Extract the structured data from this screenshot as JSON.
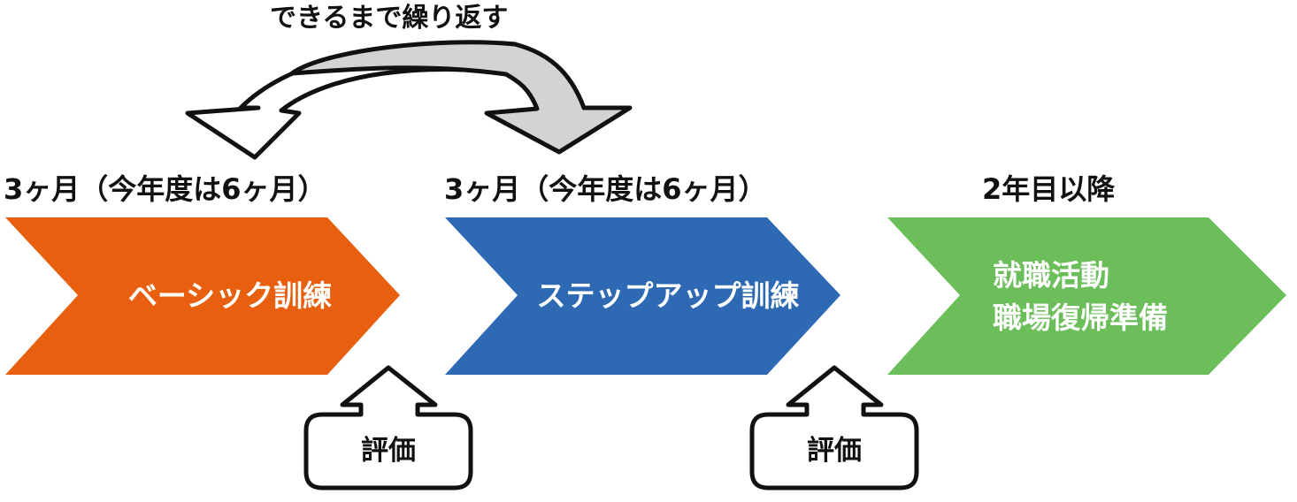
{
  "repeat_label": "できるまで繰り返す",
  "stages": [
    {
      "period": "3ヶ月（今年度は6ヶ月）",
      "lines": [
        "ベーシック訓練"
      ],
      "color": "#E8600F"
    },
    {
      "period": "3ヶ月（今年度は6ヶ月）",
      "lines": [
        "ステップアップ訓練"
      ],
      "color": "#2E69B3"
    },
    {
      "period": "2年目以降",
      "lines": [
        "就職活動",
        "職場復帰準備"
      ],
      "color": "#6BBE5A"
    }
  ],
  "evaluations": [
    {
      "label": "評価"
    },
    {
      "label": "評価"
    }
  ],
  "colors": {
    "repeat_arrow_left": "#FFFFFF",
    "repeat_arrow_right": "#D2D4D2",
    "outline": "#111111"
  }
}
